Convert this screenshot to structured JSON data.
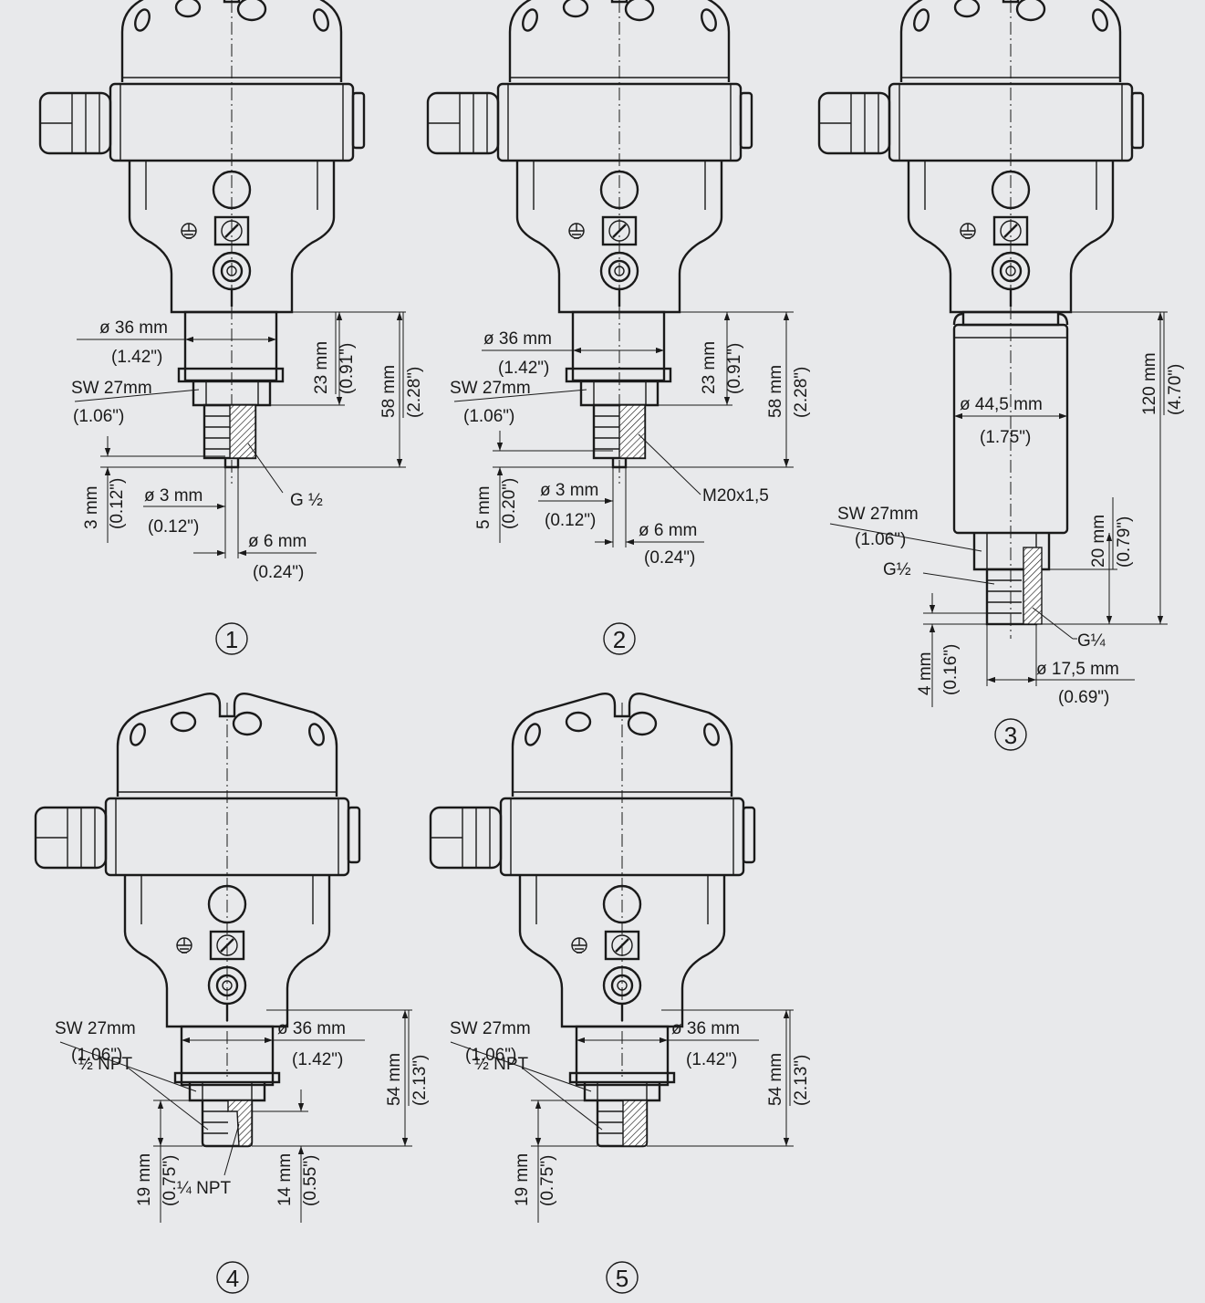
{
  "variants": [
    {
      "number": "1",
      "labels": {
        "dia_body": "ø 36 mm",
        "dia_body_in": "(1.42\")",
        "h1": "23 mm",
        "h1_in": "(0.91\")",
        "h2": "58 mm",
        "h2_in": "(2.28\")",
        "sw": "SW 27mm",
        "sw_in": "(1.06\")",
        "tip": "3 mm",
        "tip_in": "(0.12\")",
        "dia_bore": "ø 3 mm",
        "dia_bore_in": "(0.12\")",
        "dia_tip": "ø 6 mm",
        "dia_tip_in": "(0.24\")",
        "thread": "G ½"
      }
    },
    {
      "number": "2",
      "labels": {
        "dia_body": "ø 36 mm",
        "dia_body_in": "(1.42\")",
        "h1": "23 mm",
        "h1_in": "(0.91\")",
        "h2": "58 mm",
        "h2_in": "(2.28\")",
        "sw": "SW 27mm",
        "sw_in": "(1.06\")",
        "tip": "5 mm",
        "tip_in": "(0.20\")",
        "dia_bore": "ø 3 mm",
        "dia_bore_in": "(0.12\")",
        "dia_tip": "ø 6 mm",
        "dia_tip_in": "(0.24\")",
        "thread": "M20x1,5"
      }
    },
    {
      "number": "3",
      "labels": {
        "dia_body": "ø 44,5 mm",
        "dia_body_in": "(1.75\")",
        "h_total": "120 mm",
        "h_total_in": "(4.70\")",
        "h_thread": "20 mm",
        "h_thread_in": "(0.79\")",
        "sw": "SW 27mm",
        "sw_in": "(1.06\")",
        "thread_outer": "G½",
        "thread_inner": "G¼",
        "tip": "4 mm",
        "tip_in": "(0.16\")",
        "dia_tip": "ø 17,5 mm",
        "dia_tip_in": "(0.69\")"
      }
    },
    {
      "number": "4",
      "labels": {
        "sw": "SW 27mm",
        "sw_in": "(1.06\")",
        "dia_body": "ø 36 mm",
        "dia_body_in": "(1.42\")",
        "h_total": "54 mm",
        "h_total_in": "(2.13\")",
        "thread_outer": "½ NPT",
        "h_thread": "19 mm",
        "h_thread_in": "(0.75\")",
        "h_inner": "14 mm",
        "h_inner_in": "(0.55\")",
        "thread_inner": "¼ NPT"
      }
    },
    {
      "number": "5",
      "labels": {
        "sw": "SW 27mm",
        "sw_in": "(1.06\")",
        "dia_body": "ø 36 mm",
        "dia_body_in": "(1.42\")",
        "h_total": "54 mm",
        "h_total_in": "(2.13\")",
        "thread_outer": "½ NPT",
        "h_thread": "19 mm",
        "h_thread_in": "(0.75\")"
      }
    }
  ]
}
